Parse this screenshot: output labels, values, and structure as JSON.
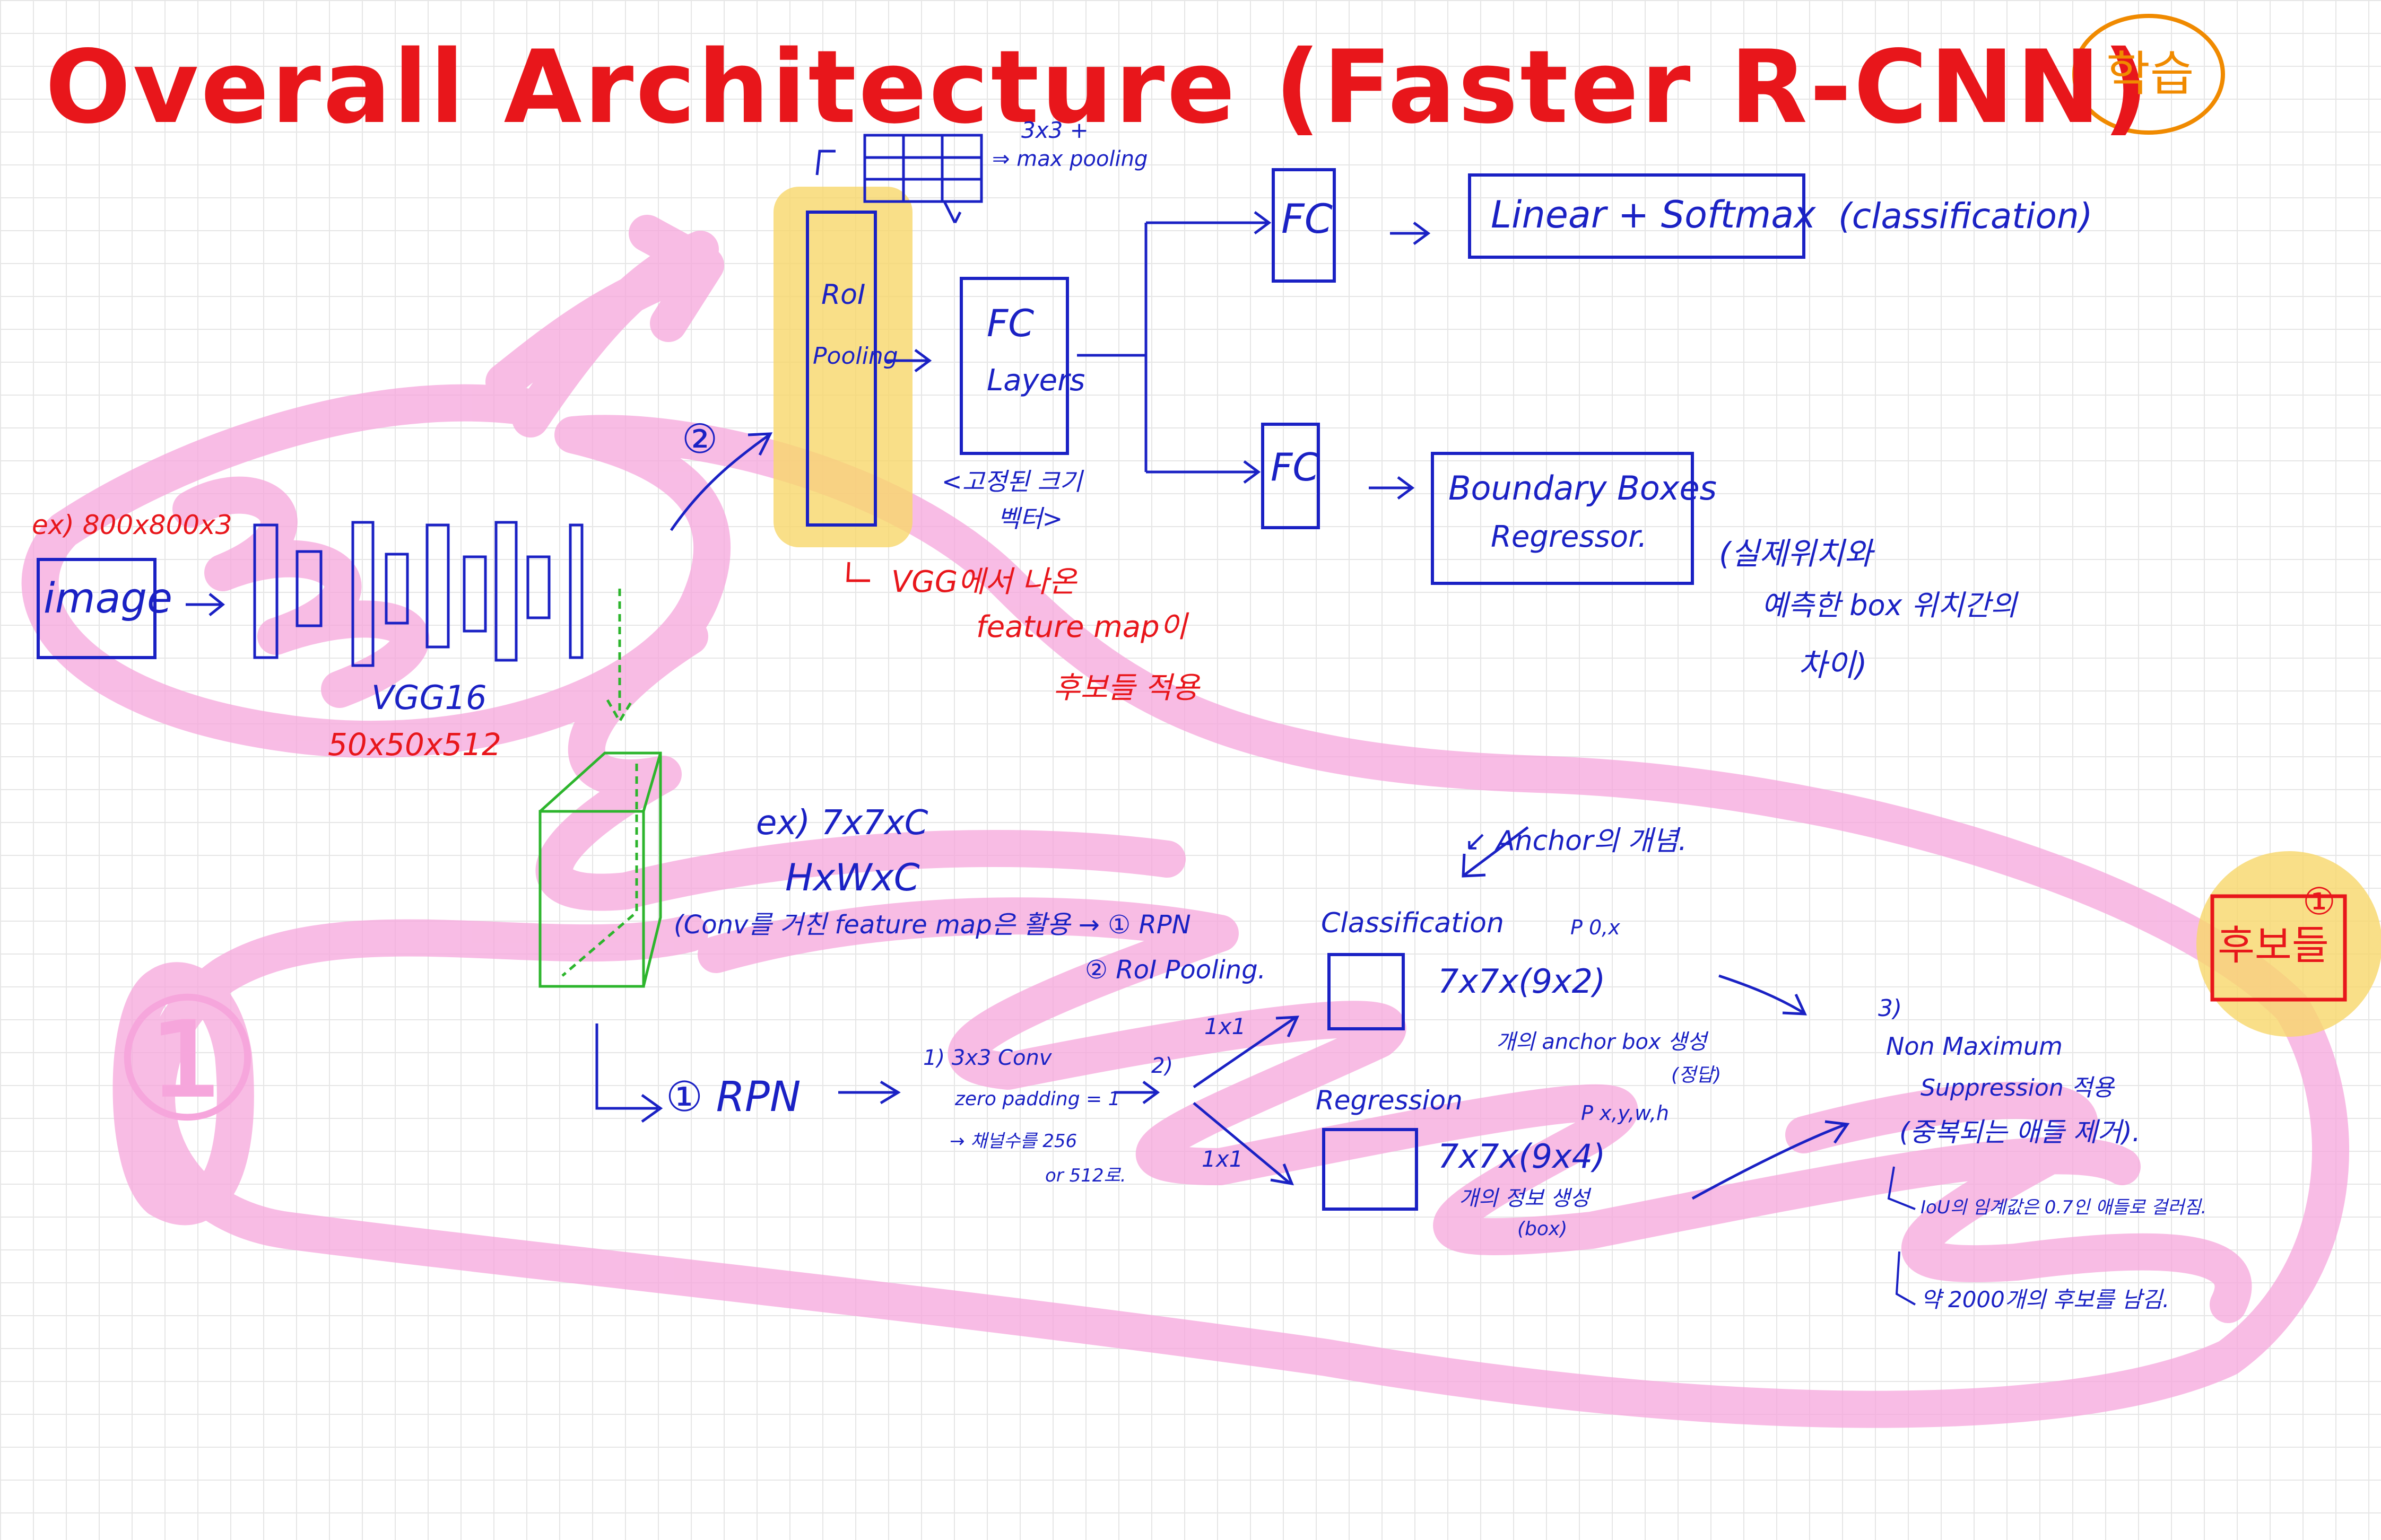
{
  "title": "Overall Architecture (Faster R-CNN)",
  "corner_badge": "학습",
  "input": {
    "size_note": "ex) 800x800x3",
    "image_label": "image"
  },
  "backbone": {
    "name": "VGG16",
    "output_size": "50x50x512"
  },
  "feature_map": {
    "size_example": "ex) 7x7xC",
    "size_general": "HxWxC",
    "usage_note": "(Conv를 거친 feature map은 활용 → ① RPN",
    "usage_note_2": "② RoI Pooling."
  },
  "roi_pooling": {
    "step_marker": "②",
    "label_line1": "RoI",
    "label_line2": "Pooling",
    "grid_note": "3x3 +",
    "grid_note_2": "⇒ max pooling",
    "source_note": "VGG에서 나온",
    "source_note_2": "feature map이",
    "source_note_3": "후보들 적용"
  },
  "fc_layers": {
    "label_line1": "FC",
    "label_line2": "Layers",
    "note": "<고정된 크기",
    "note_2": "벡터>"
  },
  "heads": {
    "fc_top": "FC",
    "fc_bottom": "FC",
    "linear_softmax": "Linear + Softmax",
    "classification_note": "(classification)",
    "bbox_regressor": "Boundary Boxes",
    "bbox_regressor_2": "Regressor.",
    "bbox_note": "(실제위치와",
    "bbox_note_2": "예측한 box 위치간의",
    "bbox_note_3": "차이)"
  },
  "big_marker": "①",
  "rpn": {
    "label": "① RPN",
    "step1": "1) 3x3 Conv",
    "step1_b": "zero padding = 1",
    "step1_c": "→ 채널수를 256",
    "step1_d": "or 512로.",
    "step2": "2)",
    "conv_top": "1x1",
    "conv_bottom": "1x1",
    "anchor_note": "↙ Anchor의 개념.",
    "cls_title": "Classification",
    "cls_shape": "7x7x(9x2)",
    "cls_po": "P 0,x",
    "cls_desc": "개의 anchor box 생성",
    "cls_desc_2": "(정답)",
    "reg_title": "Regression",
    "reg_shape": "7x7x(9x4)",
    "reg_xywh": "P x,y,w,h",
    "reg_desc": "개의 정보 생성",
    "reg_desc_2": "(box)",
    "step3": "3)",
    "nms": "Non Maximum",
    "nms_2": "Suppression 적용",
    "nms_3": "(중복되는 애들 제거).",
    "nms_note": "IoU의 임계값은 0.7인 애들로 걸러짐.",
    "nms_note_2": "약 2000개의 후보를 남김."
  },
  "candidates_badge": "후보들",
  "candidates_marker": "①"
}
